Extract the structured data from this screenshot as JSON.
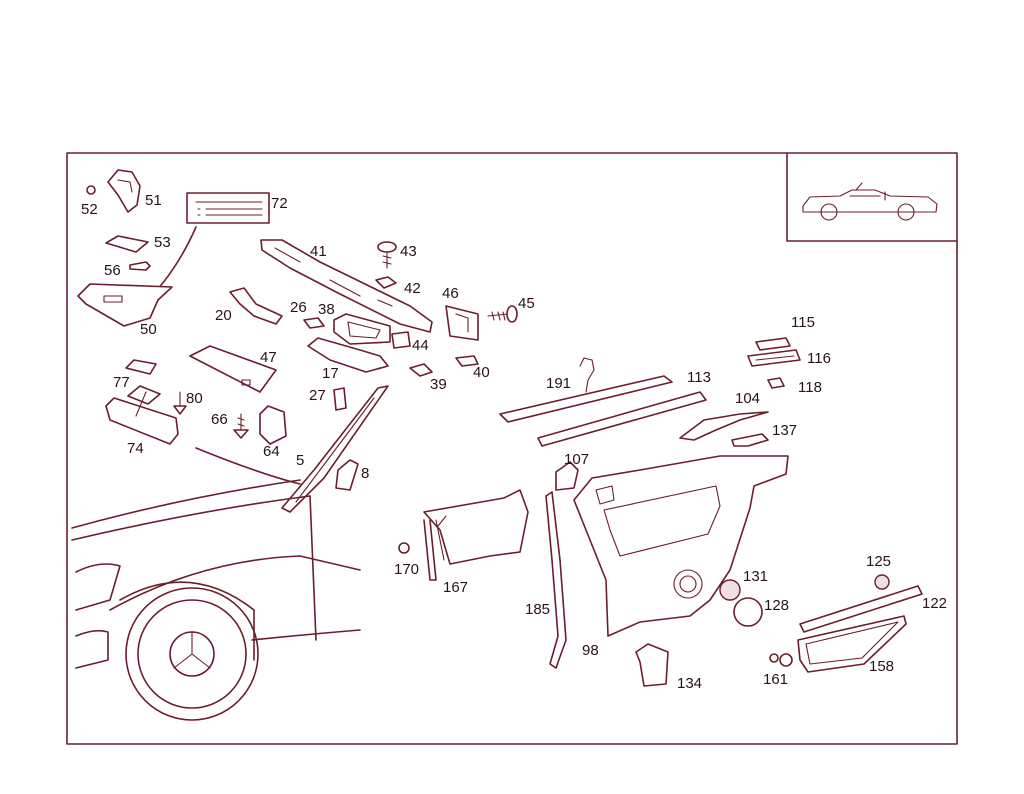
{
  "colors": {
    "line": "#6b1f2a",
    "label": "#2a1216",
    "background": "#ffffff"
  },
  "thumbnail": {
    "icon": "convertible-car-icon"
  },
  "parts": [
    {
      "id": "52",
      "text": "52"
    },
    {
      "id": "51",
      "text": "51"
    },
    {
      "id": "72",
      "text": "72"
    },
    {
      "id": "53",
      "text": "53"
    },
    {
      "id": "56",
      "text": "56"
    },
    {
      "id": "50",
      "text": "50"
    },
    {
      "id": "41",
      "text": "41"
    },
    {
      "id": "43",
      "text": "43"
    },
    {
      "id": "42",
      "text": "42"
    },
    {
      "id": "46",
      "text": "46"
    },
    {
      "id": "45",
      "text": "45"
    },
    {
      "id": "20",
      "text": "20"
    },
    {
      "id": "26",
      "text": "26"
    },
    {
      "id": "38",
      "text": "38"
    },
    {
      "id": "44",
      "text": "44"
    },
    {
      "id": "47",
      "text": "47"
    },
    {
      "id": "17",
      "text": "17"
    },
    {
      "id": "39",
      "text": "39"
    },
    {
      "id": "40",
      "text": "40"
    },
    {
      "id": "77",
      "text": "77"
    },
    {
      "id": "80",
      "text": "80"
    },
    {
      "id": "27",
      "text": "27"
    },
    {
      "id": "66",
      "text": "66"
    },
    {
      "id": "74",
      "text": "74"
    },
    {
      "id": "64",
      "text": "64"
    },
    {
      "id": "5",
      "text": "5"
    },
    {
      "id": "8",
      "text": "8"
    },
    {
      "id": "115",
      "text": "115"
    },
    {
      "id": "116",
      "text": "116"
    },
    {
      "id": "118",
      "text": "118"
    },
    {
      "id": "191",
      "text": "191"
    },
    {
      "id": "113",
      "text": "113"
    },
    {
      "id": "104",
      "text": "104"
    },
    {
      "id": "137",
      "text": "137"
    },
    {
      "id": "107",
      "text": "107"
    },
    {
      "id": "170",
      "text": "170"
    },
    {
      "id": "167",
      "text": "167"
    },
    {
      "id": "185",
      "text": "185"
    },
    {
      "id": "98",
      "text": "98"
    },
    {
      "id": "131",
      "text": "131"
    },
    {
      "id": "128",
      "text": "128"
    },
    {
      "id": "125",
      "text": "125"
    },
    {
      "id": "122",
      "text": "122"
    },
    {
      "id": "134",
      "text": "134"
    },
    {
      "id": "161",
      "text": "161"
    },
    {
      "id": "158",
      "text": "158"
    }
  ]
}
